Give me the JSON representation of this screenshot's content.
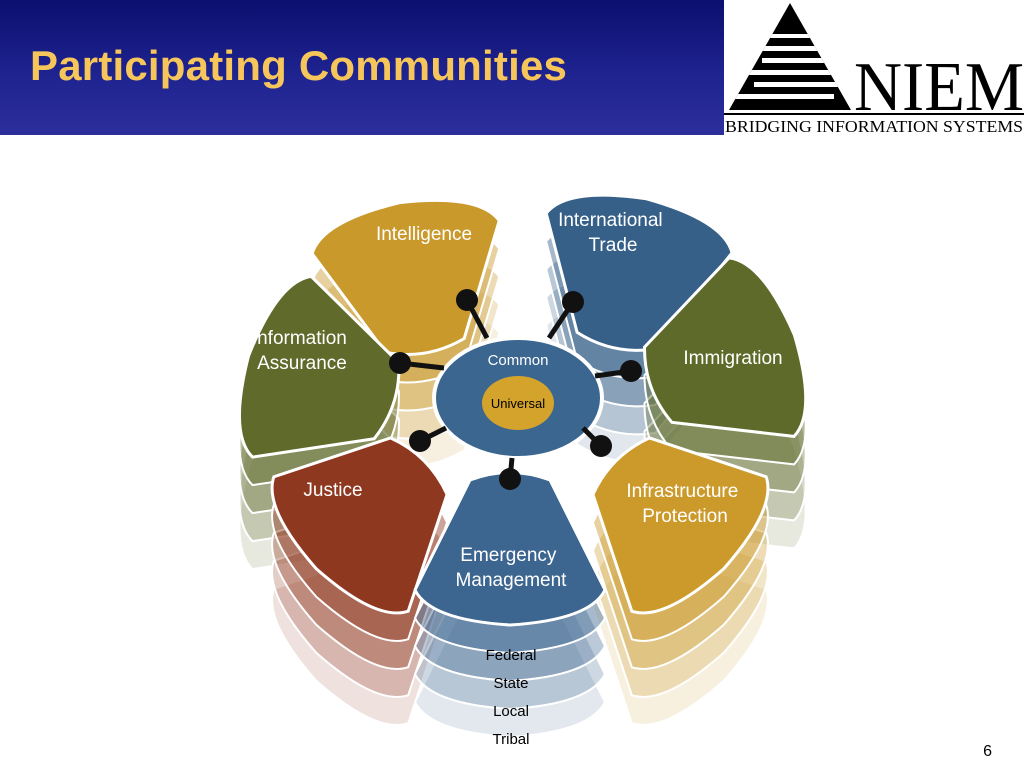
{
  "slide": {
    "title": "Participating Communities",
    "page_number": "6"
  },
  "logo": {
    "wordmark": "NIEM",
    "tagline": "BRIDGING INFORMATION SYSTEMS"
  },
  "diagram": {
    "center": {
      "outer_label": "Common",
      "inner_label": "Universal"
    },
    "petals": [
      {
        "id": "intelligence",
        "label": [
          "Intelligence"
        ],
        "color": "#c9992c"
      },
      {
        "id": "international-trade",
        "label": [
          "International",
          "Trade"
        ],
        "color": "#376089"
      },
      {
        "id": "immigration",
        "label": [
          "Immigration"
        ],
        "color": "#5e6a2a"
      },
      {
        "id": "infrastructure-protection",
        "label": [
          "Infrastructure",
          "Protection"
        ],
        "color": "#cc9a2b"
      },
      {
        "id": "emergency-management",
        "label": [
          "Emergency",
          "Management"
        ],
        "color": "#3c6590"
      },
      {
        "id": "justice",
        "label": [
          "Justice"
        ],
        "color": "#8f3820"
      },
      {
        "id": "information-assurance",
        "label": [
          "Information",
          "Assurance"
        ],
        "color": "#5f6a2b"
      }
    ],
    "levels": [
      "Federal",
      "State",
      "Local",
      "Tribal"
    ],
    "colors": {
      "hub": "#3a6690",
      "hub_inner": "#d4a32c",
      "connector": "#111111"
    }
  }
}
